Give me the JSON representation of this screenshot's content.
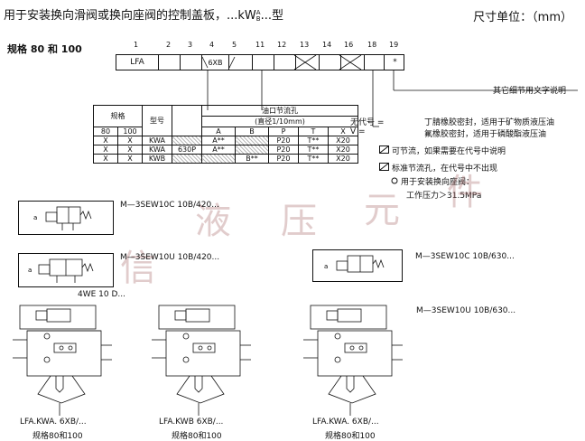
{
  "header": {
    "title": "用于安装换向滑阀或换向座阀的控制盖板，...kW",
    "title_sup": "A",
    "title_sub": "B",
    "title_suffix": "...型",
    "units": "尺寸单位：（mm）"
  },
  "ordering": {
    "spec_label": "规格 80 和 100",
    "positions": [
      "1",
      "2",
      "3",
      "4",
      "5",
      "11",
      "12",
      "13",
      "14",
      "16",
      "18",
      "19"
    ],
    "cells": {
      "lfa": "LFA",
      "x6b": "6XB",
      "star": "*"
    },
    "detail_note": "其它细节用文字说明"
  },
  "seal_options": [
    {
      "code": "无代号 =",
      "desc": "丁腈橡胶密封，适用于矿物质液压油"
    },
    {
      "code": "V    =",
      "desc": "氟橡胶密封，适用于磷酸酯液压油"
    }
  ],
  "table": {
    "h_spec": "规格",
    "h_type": "型号",
    "h_orifice": "油口节流孔",
    "h_dia": "(直径1/10mm)",
    "h_80": "80",
    "h_100": "100",
    "h_A": "A",
    "h_B": "B",
    "h_P": "P",
    "h_T": "T",
    "h_X": "X",
    "rows": [
      {
        "c80": "X",
        "c100": "X",
        "type": "KWA",
        "mid": "",
        "A": "A**",
        "B": "",
        "P": "P20",
        "T": "T**",
        "X": "X20"
      },
      {
        "c80": "X",
        "c100": "X",
        "type": "KWA",
        "mid": "630P",
        "A": "A**",
        "B": "",
        "P": "P20",
        "T": "T**",
        "X": "X20"
      },
      {
        "c80": "X",
        "c100": "X",
        "type": "KWB",
        "mid": "",
        "A": "",
        "B": "B**",
        "P": "P20",
        "T": "T**",
        "X": "X20"
      }
    ]
  },
  "notes": {
    "adjustable": "可节流，如果需要在代号中说明",
    "standard": "标准节流孔，在代号中不出现",
    "for_seat": "用于安装换向座阀：",
    "pressure": "工作压力＞31.5MPa"
  },
  "valves": {
    "v1": "M—3SEW10C 10B/420...",
    "v2": "M—3SEW10U 10B/420...",
    "v3": "M—3SEW10C 10B/630...",
    "v4": "4WE 10 D...",
    "v5": "M—3SEW10U 10B/630..."
  },
  "captions": [
    {
      "model": "LFA.KWA. 6XB/...",
      "spec": "规格80和100"
    },
    {
      "model": "LFA.KWB 6XB/...",
      "spec": "规格80和100"
    },
    {
      "model": "LFA.KWA. 6XB/...",
      "spec": "规格80和100"
    }
  ],
  "watermark": [
    "信",
    "液",
    "压",
    "元",
    "件"
  ]
}
